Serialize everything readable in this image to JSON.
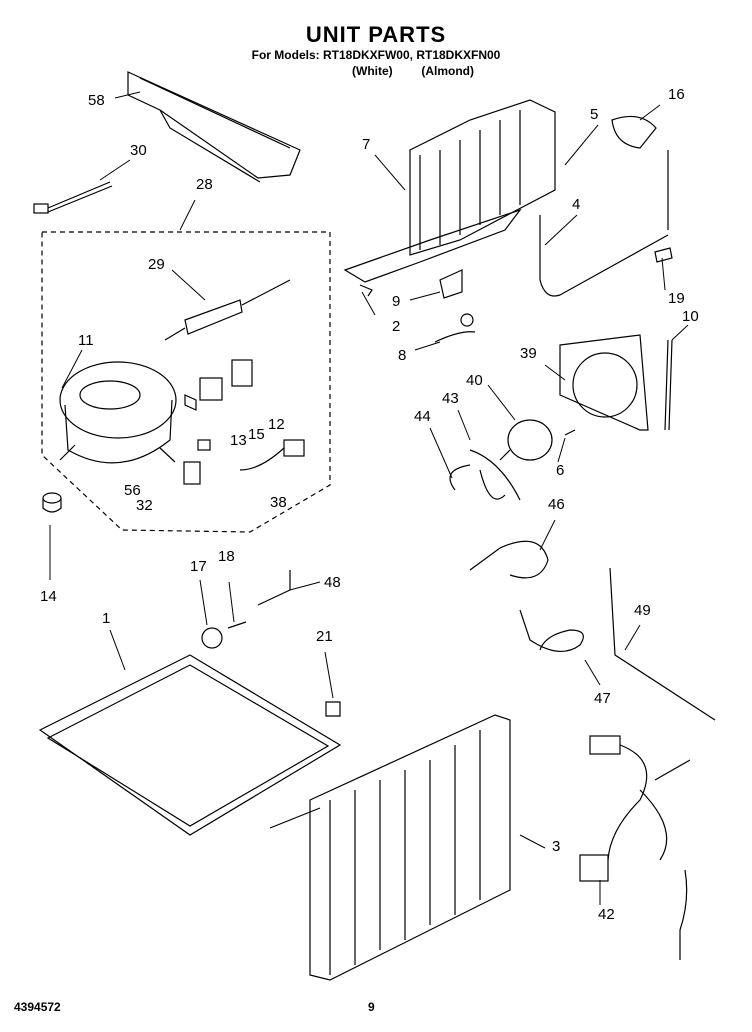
{
  "header": {
    "title": "UNIT PARTS",
    "subtitle": "For Models: RT18DKXFW00, RT18DKXFN00",
    "colors": [
      "(White)",
      "(Almond)"
    ]
  },
  "callouts": [
    "58",
    "30",
    "28",
    "29",
    "11",
    "14",
    "56",
    "32",
    "38",
    "13",
    "15",
    "12",
    "7",
    "5",
    "16",
    "4",
    "9",
    "2",
    "19",
    "10",
    "8",
    "39",
    "40",
    "43",
    "44",
    "6",
    "46",
    "17",
    "18",
    "48",
    "1",
    "21",
    "49",
    "47",
    "3",
    "42"
  ],
  "footer": {
    "doc_number": "4394572",
    "page_number": "9"
  }
}
